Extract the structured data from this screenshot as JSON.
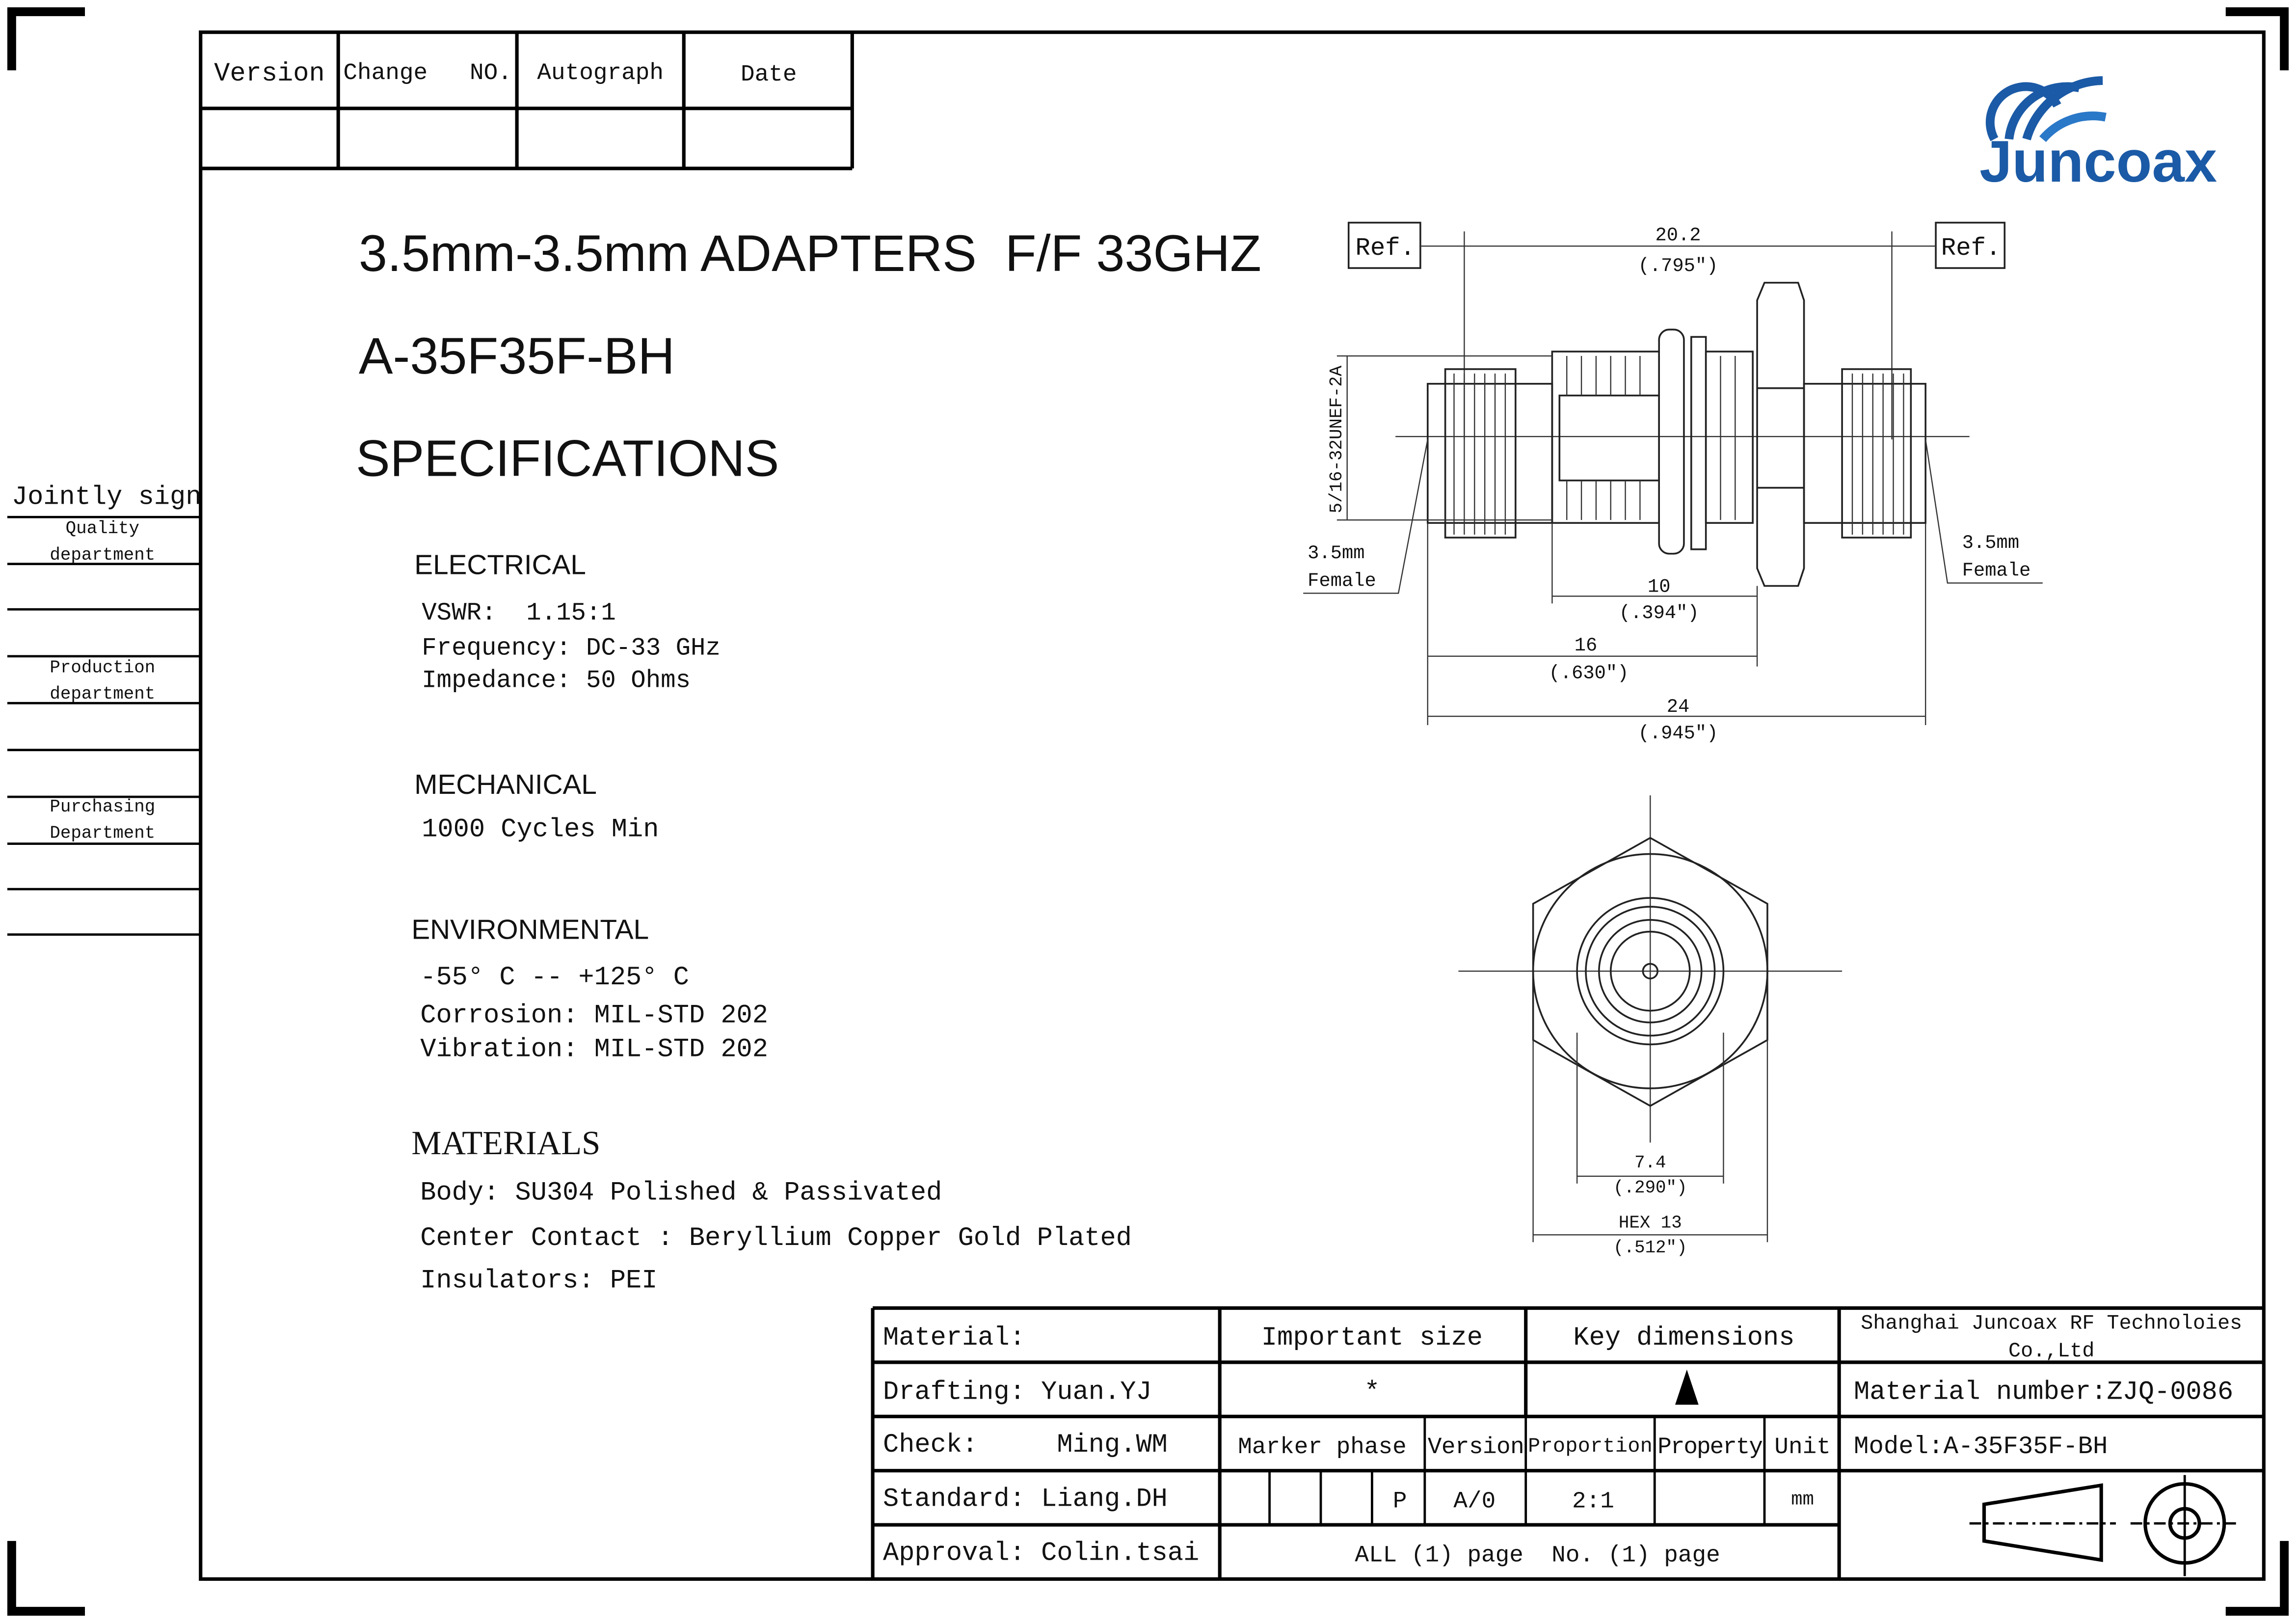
{
  "revision_table": {
    "headers": [
      "Version",
      "Change   NO.",
      "Autograph",
      "Date"
    ]
  },
  "logo": {
    "text": "Juncoax",
    "color": "#1b5aa6"
  },
  "title": {
    "line1": "3.5mm-3.5mm ADAPTERS  F/F 33GHZ",
    "model": "A-35F35F-BH",
    "section": "SPECIFICATIONS"
  },
  "specs": {
    "electrical": {
      "heading": "ELECTRICAL",
      "items": [
        "VSWR:  1.15:1",
        "Frequency: DC-33 GHz",
        "Impedance: 50 Ohms"
      ]
    },
    "mechanical": {
      "heading": "MECHANICAL",
      "items": [
        "1000 Cycles Min"
      ]
    },
    "environmental": {
      "heading": "ENVIRONMENTAL",
      "items": [
        "-55° C -- +125° C",
        "Corrosion: MIL-STD 202",
        "Vibration: MIL-STD 202"
      ]
    },
    "materials": {
      "heading": "MATERIALS",
      "items": [
        "Body: SU304 Polished & Passivated",
        "Center Contact : Beryllium Copper Gold Plated",
        "Insulators: PEI"
      ]
    }
  },
  "sign_panel": {
    "title": "Jointly sign",
    "departments": [
      [
        "Quality",
        "department"
      ],
      [
        "Production",
        "department"
      ],
      [
        "Purchasing",
        "Department"
      ]
    ]
  },
  "drawing": {
    "ref_label": "Ref.",
    "dim_20": [
      "20.2",
      "(.795\")"
    ],
    "dim_10": [
      "10",
      "(.394\")"
    ],
    "dim_16": [
      "16",
      "(.630\")"
    ],
    "dim_24": [
      "24",
      "(.945\")"
    ],
    "thread": "5/16-32UNEF-2A",
    "left_label": [
      "3.5mm",
      "Female"
    ],
    "right_label": [
      "3.5mm",
      "Female"
    ],
    "dim_74": [
      "7.4",
      "(.290\")"
    ],
    "dim_hex": [
      "HEX 13",
      "(.512\")"
    ]
  },
  "title_block": {
    "material": "Material:",
    "important_size": "Important size",
    "key_dimensions": "Key dimensions",
    "company": [
      "Shanghai Juncoax RF Technoloies",
      "Co.,Ltd"
    ],
    "drafting": "Drafting: Yuan.YJ",
    "important_mark": "*",
    "material_number": "Material number:ZJQ-0086",
    "check": "Check:     Ming.WM",
    "marker_phase": "Marker phase",
    "version": "Version",
    "proportion": "Proportion",
    "property": "Property",
    "unit": "Unit",
    "model": "Model:A-35F35F-BH",
    "standard": "Standard: Liang.DH",
    "phase_value": "P",
    "version_value": "A/0",
    "proportion_value": "2:1",
    "unit_value": "mm",
    "approval": "Approval: Colin.tsai",
    "pages": "ALL (1) page  No. (1) page"
  }
}
